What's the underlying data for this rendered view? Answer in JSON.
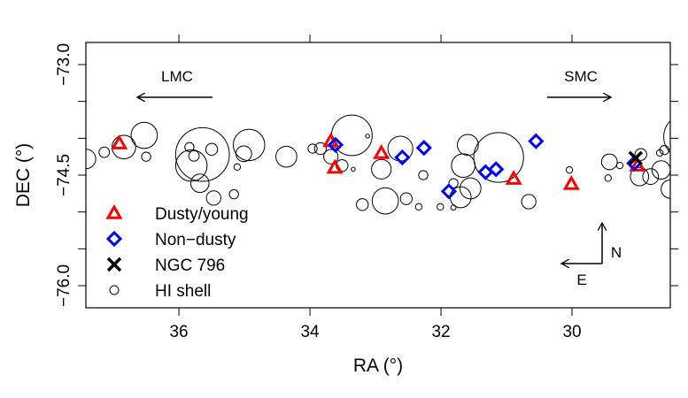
{
  "chart_data": {
    "type": "scatter",
    "xlabel": "RA (°)",
    "ylabel": "DEC (°)",
    "xlim": [
      37.42,
      28.5
    ],
    "ylim": [
      -76.3,
      -72.7
    ],
    "x_reversed": true,
    "x_ticks": [
      "36",
      "34",
      "32",
      "30"
    ],
    "y_ticks": [
      "-73.0",
      "-74.5",
      "-76.0"
    ],
    "y_minor_ticks": [
      -73.5,
      -74.0,
      -75.0,
      -75.5
    ],
    "grid": false,
    "legend_position": "bottom-left",
    "annotations": {
      "lmc": "LMC",
      "smc": "SMC",
      "north": "N",
      "east": "E"
    },
    "series": [
      {
        "name": "Dusty/young",
        "marker": "triangle",
        "color": "#ff0000",
        "points": [
          [
            36.91,
            -74.07
          ],
          [
            33.68,
            -74.04
          ],
          [
            33.62,
            -74.4
          ],
          [
            32.91,
            -74.2
          ],
          [
            30.89,
            -74.55
          ],
          [
            30.01,
            -74.62
          ],
          [
            29.0,
            -74.37
          ]
        ]
      },
      {
        "name": "Non−dusty",
        "marker": "diamond",
        "color": "#0000ff",
        "points": [
          [
            33.61,
            -74.09
          ],
          [
            32.59,
            -74.26
          ],
          [
            32.26,
            -74.13
          ],
          [
            31.88,
            -74.72
          ],
          [
            31.32,
            -74.46
          ],
          [
            31.16,
            -74.42
          ],
          [
            30.55,
            -74.04
          ],
          [
            29.05,
            -74.34
          ]
        ]
      },
      {
        "name": "NGC 796",
        "marker": "cross",
        "color": "#000000",
        "points": [
          [
            29.03,
            -74.27
          ]
        ]
      },
      {
        "name": "HI shell",
        "marker": "circle",
        "color": "#000000",
        "points_ra_dec_radius": [
          [
            37.42,
            -74.28,
            0.15
          ],
          [
            37.14,
            -74.19,
            0.08
          ],
          [
            36.84,
            -74.12,
            0.18
          ],
          [
            36.53,
            -73.96,
            0.2
          ],
          [
            36.5,
            -74.25,
            0.07
          ],
          [
            35.64,
            -74.22,
            0.41
          ],
          [
            35.81,
            -74.37,
            0.24
          ],
          [
            35.84,
            -74.12,
            0.07
          ],
          [
            35.77,
            -74.24,
            0.08
          ],
          [
            35.5,
            -74.15,
            0.09
          ],
          [
            35.68,
            -74.61,
            0.14
          ],
          [
            35.47,
            -74.81,
            0.11
          ],
          [
            35.16,
            -74.76,
            0.07
          ],
          [
            34.93,
            -74.09,
            0.24
          ],
          [
            35.01,
            -74.21,
            0.12
          ],
          [
            35.11,
            -74.39,
            0.05
          ],
          [
            34.36,
            -74.25,
            0.16
          ],
          [
            33.96,
            -74.14,
            0.07
          ],
          [
            33.84,
            -74.14,
            0.09
          ],
          [
            33.68,
            -74.25,
            0.11
          ],
          [
            33.51,
            -74.37,
            0.09
          ],
          [
            33.36,
            -73.96,
            0.31
          ],
          [
            33.12,
            -73.97,
            0.03
          ],
          [
            33.34,
            -74.42,
            0.03
          ],
          [
            32.91,
            -74.42,
            0.15
          ],
          [
            32.85,
            -74.85,
            0.2
          ],
          [
            33.2,
            -74.9,
            0.09
          ],
          [
            32.62,
            -74.14,
            0.19
          ],
          [
            32.27,
            -74.5,
            0.07
          ],
          [
            32.53,
            -74.82,
            0.09
          ],
          [
            32.34,
            -74.93,
            0.05
          ],
          [
            32.01,
            -74.93,
            0.05
          ],
          [
            31.81,
            -74.94,
            0.04
          ],
          [
            31.59,
            -74.09,
            0.16
          ],
          [
            31.66,
            -74.37,
            0.18
          ],
          [
            31.12,
            -74.26,
            0.38
          ],
          [
            31.81,
            -74.61,
            0.07
          ],
          [
            31.55,
            -74.68,
            0.16
          ],
          [
            31.7,
            -74.8,
            0.16
          ],
          [
            30.66,
            -74.86,
            0.11
          ],
          [
            30.04,
            -74.43,
            0.05
          ],
          [
            29.43,
            -74.32,
            0.12
          ],
          [
            29.27,
            -74.37,
            0.05
          ],
          [
            29.45,
            -74.54,
            0.05
          ],
          [
            28.95,
            -74.22,
            0.09
          ],
          [
            28.97,
            -74.52,
            0.14
          ],
          [
            28.8,
            -74.52,
            0.12
          ],
          [
            28.64,
            -74.43,
            0.14
          ],
          [
            28.66,
            -74.2,
            0.05
          ],
          [
            28.59,
            -74.16,
            0.07
          ],
          [
            28.26,
            -73.98,
            0.34
          ],
          [
            28.5,
            -74.69,
            0.14
          ]
        ]
      }
    ]
  }
}
